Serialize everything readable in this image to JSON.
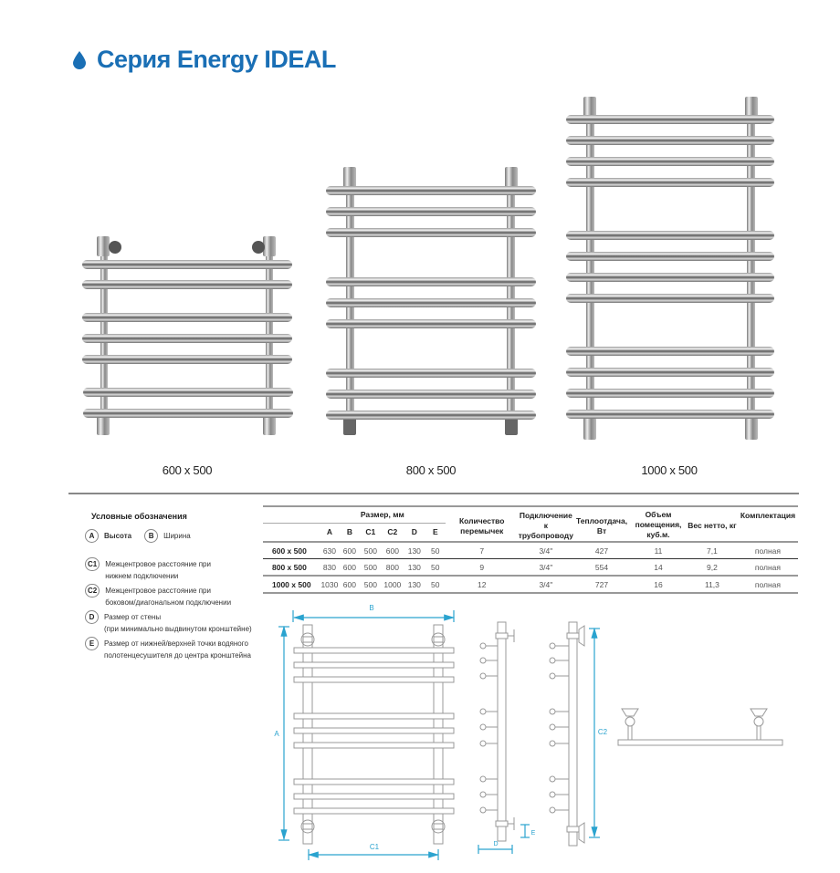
{
  "title": "Серия Energy IDEAL",
  "brand_color": "#1a6fb5",
  "dimension_color": "#2aa3cf",
  "products": [
    {
      "label": "600 x 500",
      "bars": 7
    },
    {
      "label": "800 x 500",
      "bars": 9
    },
    {
      "label": "1000 x 500",
      "bars": 12
    }
  ],
  "legend": {
    "title": "Условные обозначения",
    "items": [
      {
        "symbol": "A",
        "text": "Высота"
      },
      {
        "symbol": "B",
        "text": "Ширина"
      },
      {
        "symbol": "C1",
        "text": "Межцентровое расстояние при",
        "text2": "нижнем подключении"
      },
      {
        "symbol": "C2",
        "text": "Межцентровое расстояние при",
        "text2": "боковом/диагональном подключении"
      },
      {
        "symbol": "D",
        "text": "Размер от стены",
        "text2": "(при минимально выдвинутом кронштейне)"
      },
      {
        "symbol": "E",
        "text": "Размер от нижней/верхней точки водяного",
        "text2": "полотенцесушителя до центра кронштейна"
      }
    ]
  },
  "table": {
    "group_header": "Размер, мм",
    "dim_columns": [
      "A",
      "B",
      "C1",
      "C2",
      "D",
      "E"
    ],
    "columns": {
      "bridges": "Количество перемычек",
      "connection": "Подключение к трубопроводу",
      "heat": "Теплоотдача, Вт",
      "volume": "Объем помещения, куб.м.",
      "weight": "Вес нетто, кг",
      "kit": "Комплектация"
    },
    "rows": [
      {
        "model": "600 x 500",
        "A": "630",
        "B": "600",
        "C1": "500",
        "C2": "600",
        "D": "130",
        "E": "50",
        "bridges": "7",
        "connection": "3/4\"",
        "heat": "427",
        "volume": "11",
        "weight": "7,1",
        "kit": "полная"
      },
      {
        "model": "800 x 500",
        "A": "830",
        "B": "600",
        "C1": "500",
        "C2": "800",
        "D": "130",
        "E": "50",
        "bridges": "9",
        "connection": "3/4\"",
        "heat": "554",
        "volume": "14",
        "weight": "9,2",
        "kit": "полная"
      },
      {
        "model": "1000 x 500",
        "A": "1030",
        "B": "600",
        "C1": "500",
        "C2": "1000",
        "D": "130",
        "E": "50",
        "bridges": "12",
        "connection": "3/4\"",
        "heat": "727",
        "volume": "16",
        "weight": "11,3",
        "kit": "полная"
      }
    ]
  },
  "diagram_labels": {
    "A": "A",
    "B": "B",
    "C1": "C1",
    "C2": "C2",
    "D": "D",
    "E": "E"
  }
}
